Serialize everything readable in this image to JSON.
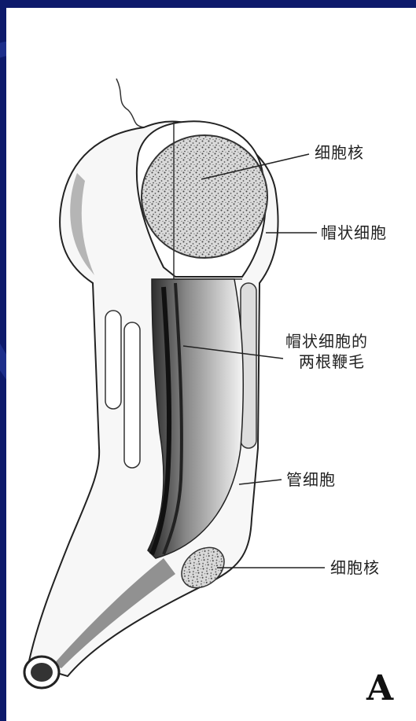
{
  "labels": {
    "nucleus_top": "细胞核",
    "cap_cell": "帽状细胞",
    "flagella_line1": "帽状细胞的",
    "flagella_line2": "两根鞭毛",
    "tube_cell": "管细胞",
    "nucleus_bottom": "细胞核"
  },
  "panel_letter": "A"
}
